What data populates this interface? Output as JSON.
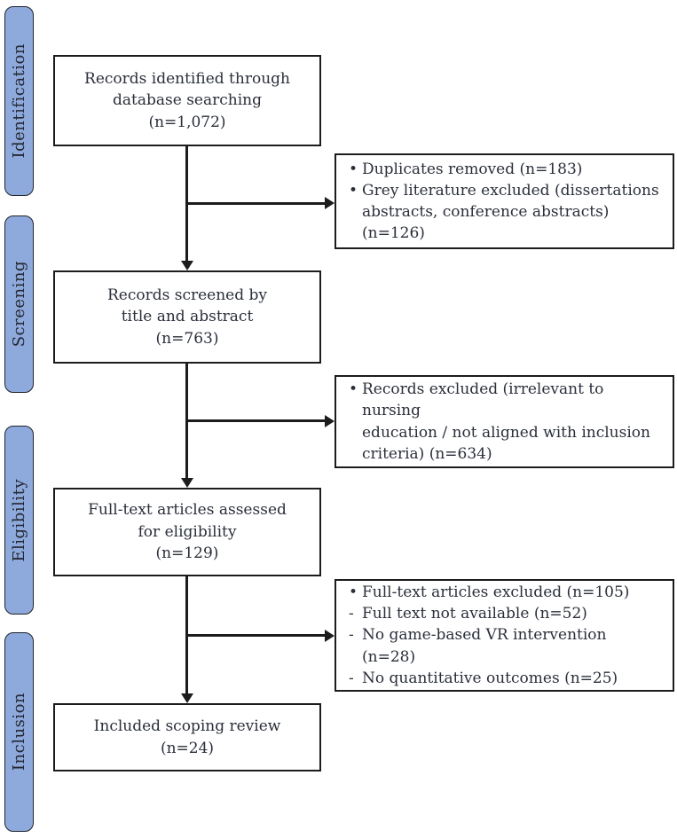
{
  "palette": {
    "stage_fill": "#8EA9DB",
    "stage_border": "#20242c",
    "box_border": "#1c1c1c",
    "arrow": "#1c1c1c",
    "text": "#2a2f3a",
    "background": "#ffffff"
  },
  "stages": [
    {
      "label": "Identification"
    },
    {
      "label": "Screening"
    },
    {
      "label": "Eligibility"
    },
    {
      "label": "Inclusion"
    }
  ],
  "main_boxes": [
    {
      "lines": [
        "Records identified through",
        "database searching",
        "(n=1,072)"
      ]
    },
    {
      "lines": [
        "Records screened by",
        "title and abstract",
        "(n=763)"
      ]
    },
    {
      "lines": [
        "Full-text articles assessed",
        "for eligibility",
        "(n=129)"
      ]
    },
    {
      "lines": [
        "Included scoping review",
        "(n=24)"
      ]
    }
  ],
  "side_boxes": [
    {
      "items": [
        {
          "marker": "•",
          "lines": [
            "Duplicates removed (n=183)"
          ]
        },
        {
          "marker": "•",
          "lines": [
            "Grey literature excluded (dissertations",
            "abstracts, conference abstracts) (n=126)"
          ]
        }
      ]
    },
    {
      "items": [
        {
          "marker": "•",
          "lines": [
            "Records excluded (irrelevant to nursing",
            "education / not aligned with inclusion",
            "criteria) (n=634)"
          ]
        }
      ]
    },
    {
      "items": [
        {
          "marker": "•",
          "lines": [
            "Full-text articles excluded (n=105)"
          ]
        },
        {
          "marker": "-",
          "lines": [
            "Full text not available (n=52)"
          ]
        },
        {
          "marker": "-",
          "lines": [
            "No game-based VR intervention (n=28)"
          ]
        },
        {
          "marker": "-",
          "lines": [
            "No quantitative outcomes (n=25)"
          ]
        }
      ]
    }
  ]
}
